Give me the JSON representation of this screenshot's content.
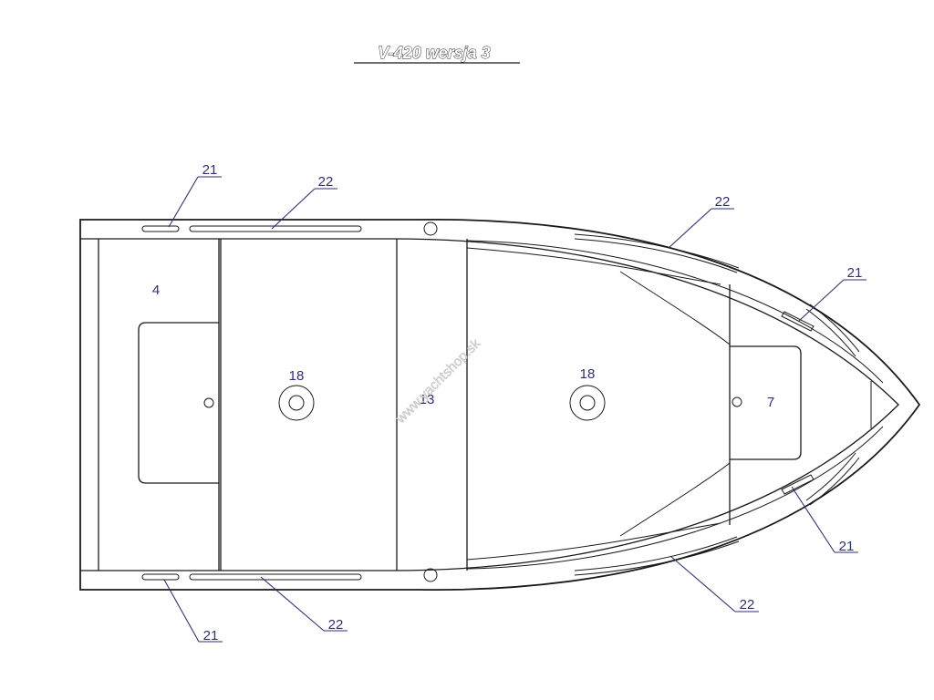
{
  "title": "V-420 wersja 3",
  "watermark": "www.yachtshop.sk",
  "callouts": {
    "c21_top_left": "21",
    "c22_top_left": "22",
    "c22_top_right": "22",
    "c21_right_upper": "21",
    "c21_right_lower": "21",
    "c22_bottom_right": "22",
    "c22_bottom_left": "22",
    "c21_bottom_left": "21"
  },
  "parts": {
    "stern_seat": "4",
    "middle_seat_plug": "18",
    "middle_bench": "13",
    "bow_floor_plug": "18",
    "bow_locker": "7"
  },
  "colors": {
    "line": "#1a1a1a",
    "label": "#2e2e7a",
    "background": "#ffffff"
  }
}
